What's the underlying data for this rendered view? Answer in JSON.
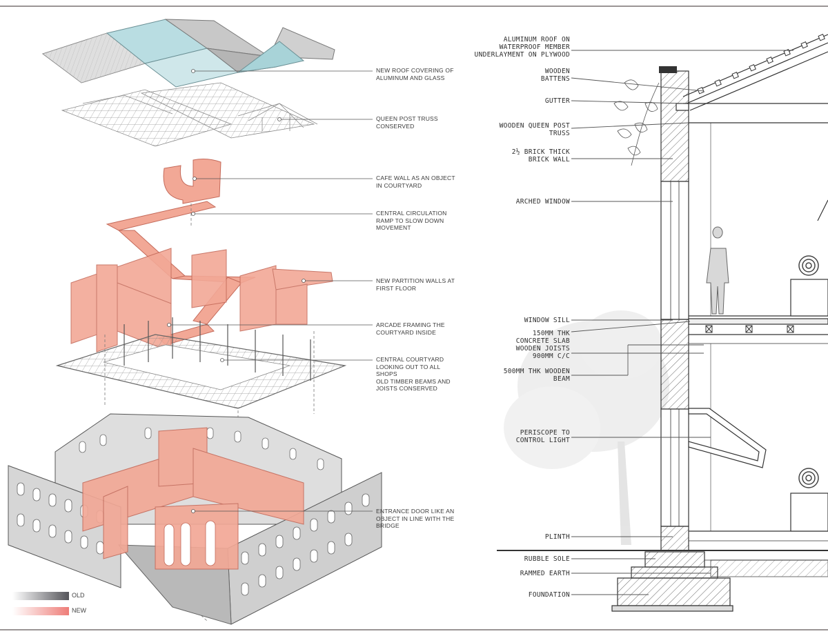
{
  "axonometric": {
    "annotations": [
      {
        "key": "roof",
        "lines": [
          "NEW ROOF COVERING OF",
          "ALUMINUM AND GLASS"
        ]
      },
      {
        "key": "truss",
        "lines": [
          "QUEEN POST TRUSS",
          "CONSERVED"
        ]
      },
      {
        "key": "cafe",
        "lines": [
          "CAFE WALL AS AN OBJECT",
          "IN COURTYARD"
        ]
      },
      {
        "key": "ramp",
        "lines": [
          "CENTRAL CIRCULATION",
          "RAMP TO SLOW DOWN",
          "MOVEMENT"
        ]
      },
      {
        "key": "partition",
        "lines": [
          "NEW PARTITION WALLS AT",
          "FIRST FLOOR"
        ]
      },
      {
        "key": "arcade",
        "lines": [
          "ARCADE FRAMING THE",
          "COURTYARD INSIDE"
        ]
      },
      {
        "key": "courtyard",
        "lines": [
          "CENTRAL COURTYARD",
          "LOOKING OUT TO ALL",
          "SHOPS",
          "OLD TIMBER BEAMS AND",
          "JOISTS CONSERVED"
        ]
      },
      {
        "key": "entrance",
        "lines": [
          "ENTRANCE DOOR LIKE AN",
          "OBJECT IN LINE WITH THE",
          "BRIDGE"
        ]
      }
    ],
    "legend": [
      {
        "label": "OLD",
        "color_from": "#ffffff",
        "color_to": "#55555a"
      },
      {
        "label": "NEW",
        "color_from": "#ffffff",
        "color_to": "#ee7d78"
      }
    ]
  },
  "section": {
    "labels": [
      {
        "key": "roof",
        "lines": [
          "ALUMINUM ROOF ON",
          "WATERPROOF MEMBER",
          "UNDERLAYMENT ON PLYWOOD"
        ]
      },
      {
        "key": "battens",
        "lines": [
          "WOODEN",
          "BATTENS"
        ]
      },
      {
        "key": "gutter",
        "lines": [
          "GUTTER"
        ]
      },
      {
        "key": "truss",
        "lines": [
          "WOODEN QUEEN POST",
          "TRUSS"
        ]
      },
      {
        "key": "wall",
        "lines": [
          "2½ BRICK THICK",
          "BRICK WALL"
        ]
      },
      {
        "key": "window",
        "lines": [
          "ARCHED WINDOW"
        ]
      },
      {
        "key": "sill",
        "lines": [
          "WINDOW SILL"
        ]
      },
      {
        "key": "slab",
        "lines": [
          "150MM THK",
          "CONCRETE SLAB"
        ]
      },
      {
        "key": "joists",
        "lines": [
          "WOODEN JOISTS",
          "900MM C/C"
        ]
      },
      {
        "key": "beam",
        "lines": [
          "500MM THK WOODEN",
          "BEAM"
        ]
      },
      {
        "key": "periscope",
        "lines": [
          "PERISCOPE TO",
          "CONTROL LIGHT"
        ]
      },
      {
        "key": "plinth",
        "lines": [
          "PLINTH"
        ]
      },
      {
        "key": "rubble",
        "lines": [
          "RUBBLE SOLE"
        ]
      },
      {
        "key": "earth",
        "lines": [
          "RAMMED EARTH"
        ]
      },
      {
        "key": "foundation",
        "lines": [
          "FOUNDATION"
        ]
      }
    ]
  },
  "colors": {
    "new_element": "#f2a896",
    "new_element_stroke": "#c46a5a",
    "old_element": "#d9d9d9",
    "frame": "#9a9494"
  }
}
